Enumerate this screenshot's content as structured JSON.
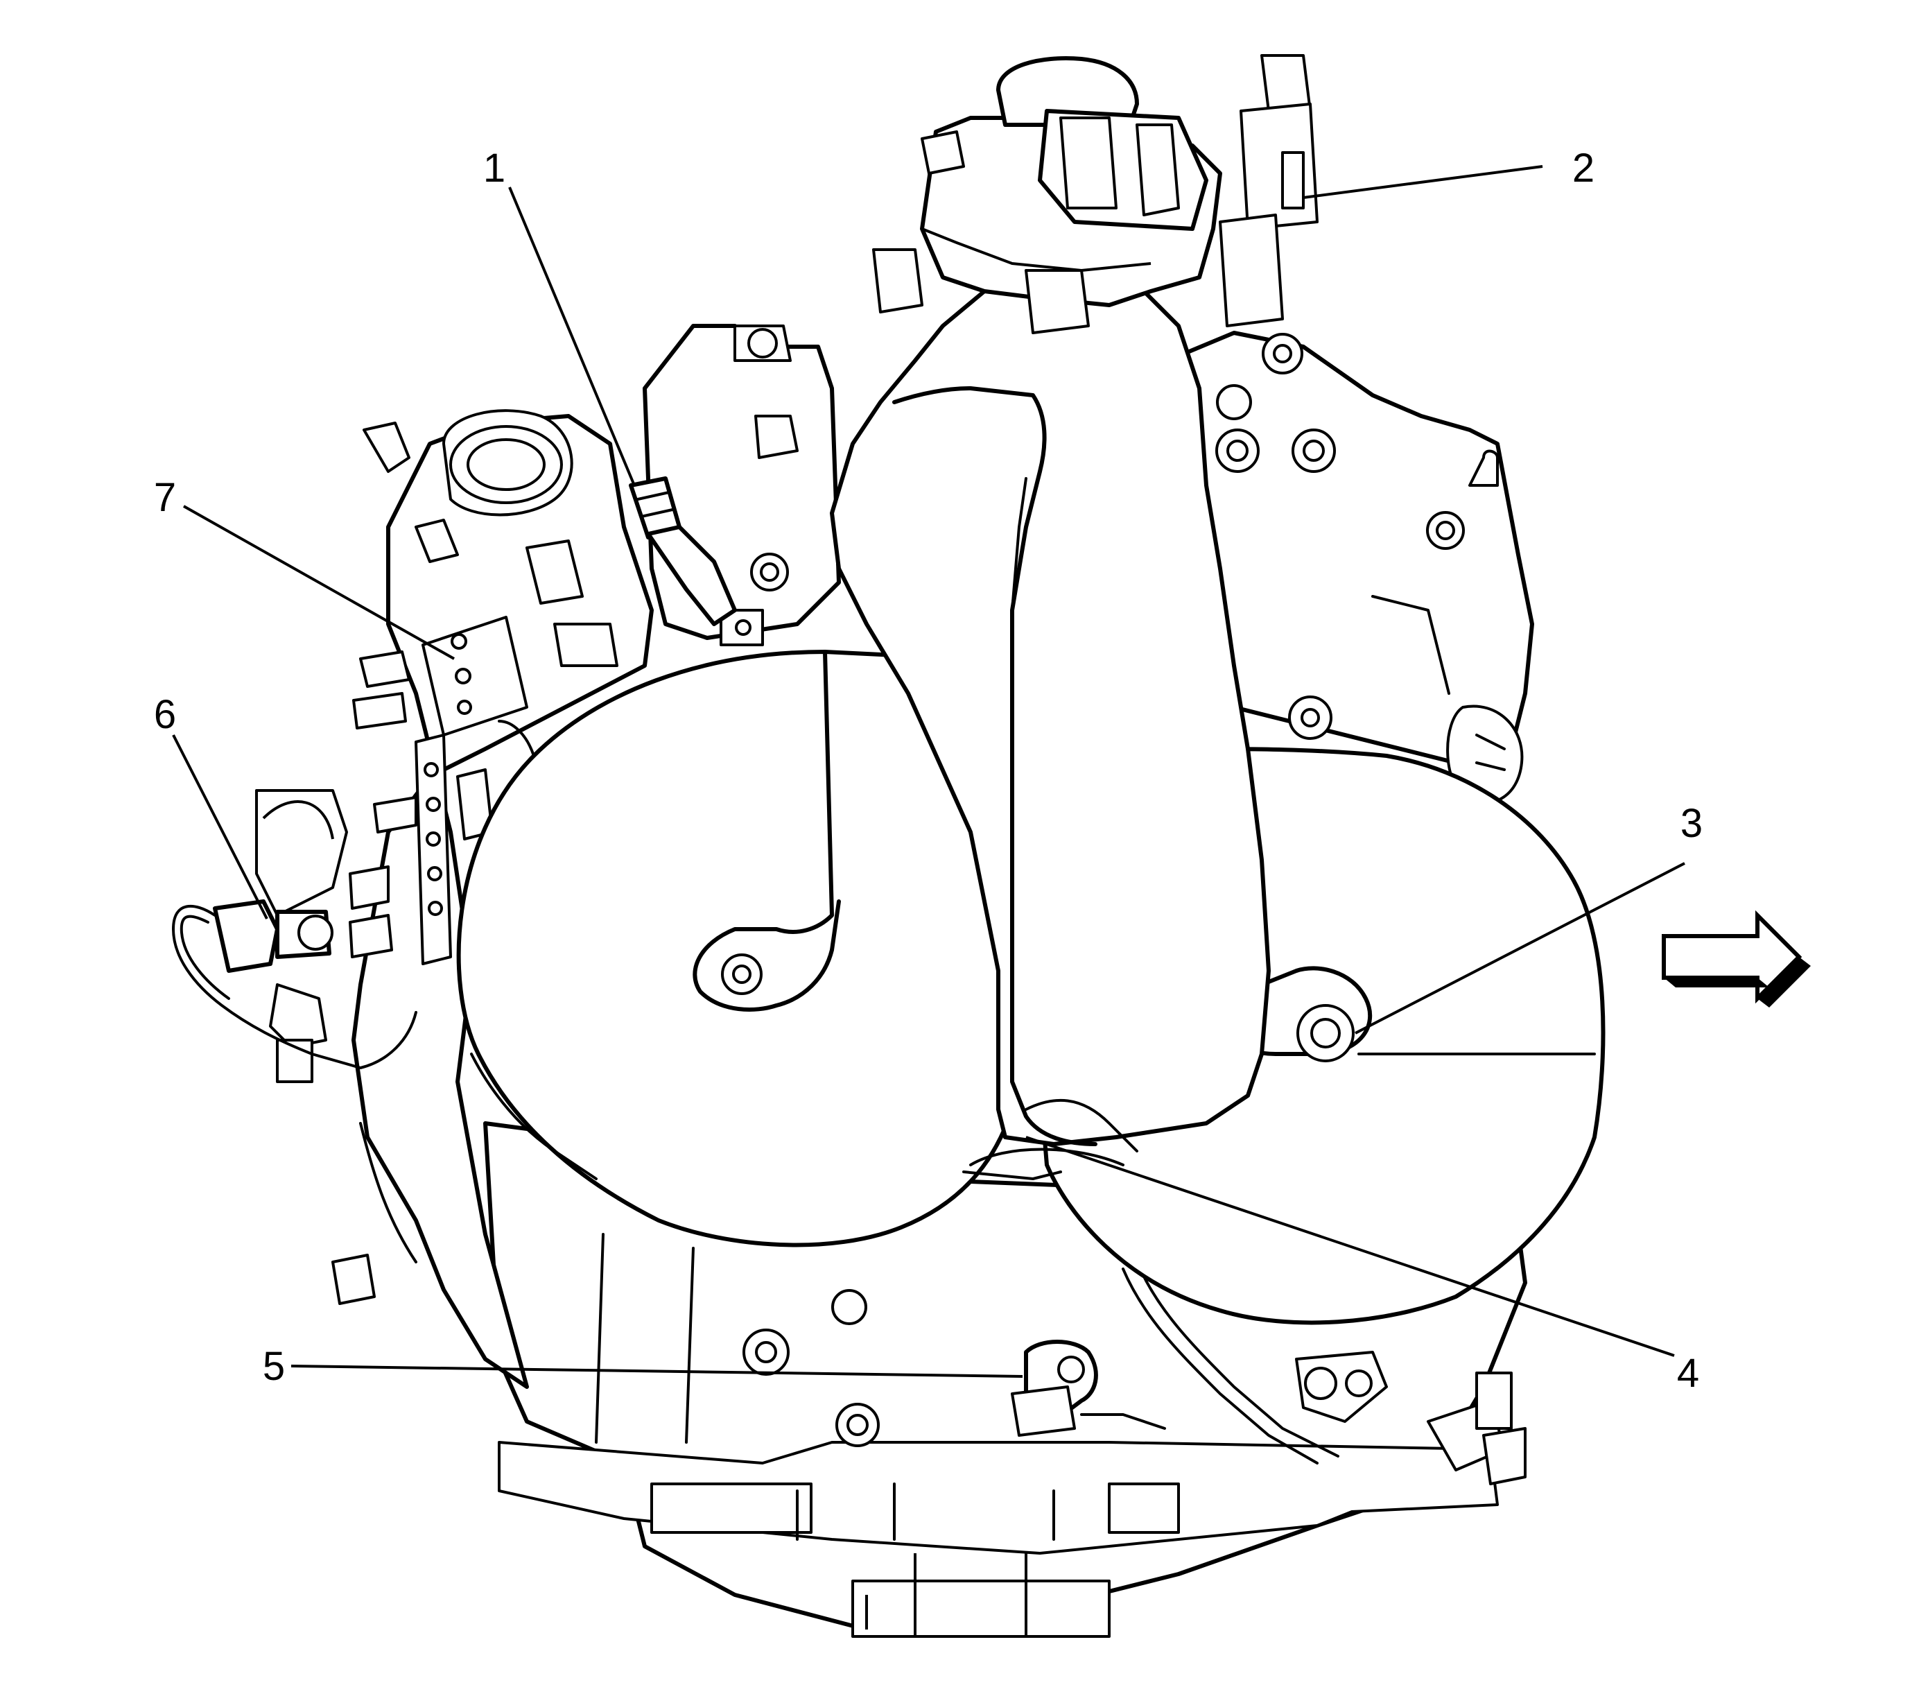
{
  "callouts": [
    {
      "id": "1",
      "label": "1"
    },
    {
      "id": "2",
      "label": "2"
    },
    {
      "id": "3",
      "label": "3"
    },
    {
      "id": "4",
      "label": "4"
    },
    {
      "id": "5",
      "label": "5"
    },
    {
      "id": "6",
      "label": "6"
    },
    {
      "id": "7",
      "label": "7"
    }
  ],
  "direction_arrow": {
    "icon": "right-arrow-icon",
    "points_to": "right"
  },
  "colors": {
    "line": "#000000",
    "background": "#ffffff"
  }
}
